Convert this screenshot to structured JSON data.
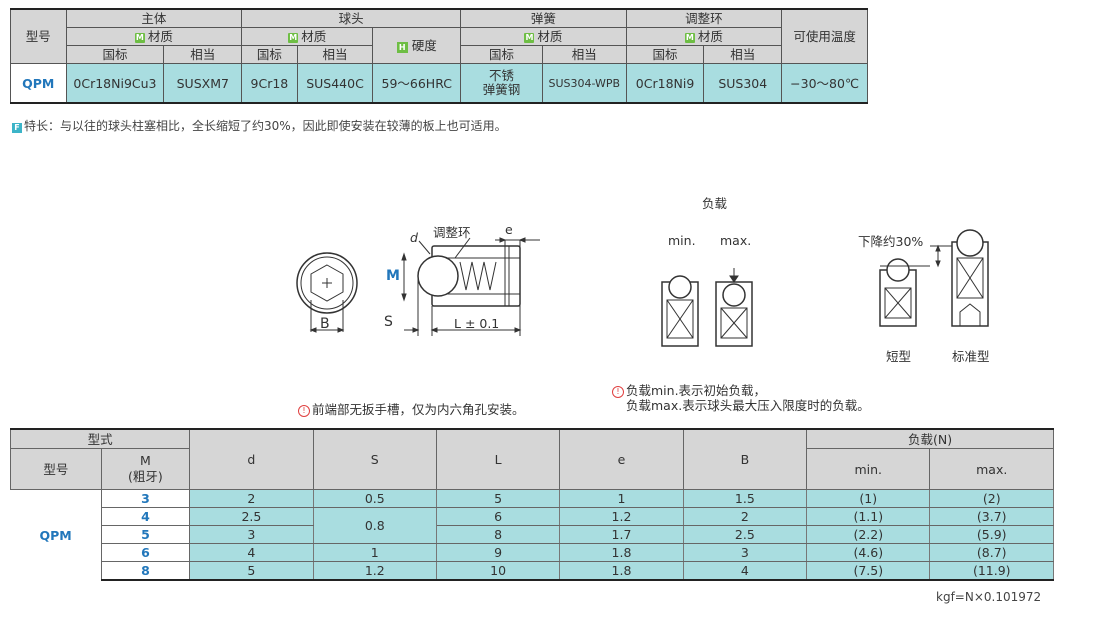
{
  "material_table": {
    "h_model": "型号",
    "h_body": "主体",
    "h_ball": "球头",
    "h_spring": "弹簧",
    "h_adjust": "调整环",
    "h_temp": "可使用温度",
    "h_material": "材质",
    "h_hardness": "硬度",
    "h_gb": "国标",
    "h_equiv": "相当",
    "badge_m": "M",
    "badge_h": "H",
    "row": {
      "model": "QPM",
      "body_gb": "0Cr18Ni9Cu3",
      "body_eq": "SUSXM7",
      "ball_gb": "9Cr18",
      "ball_eq": "SUS440C",
      "hardness": "59～66HRC",
      "spring_gb": "不锈\n弹簧钢",
      "spring_eq": "SUS304-WPB",
      "adj_gb": "0Cr18Ni9",
      "adj_eq": "SUS304",
      "temp": "−30～80℃"
    }
  },
  "feature": {
    "badge": "F",
    "text": "特长：与以往的球头柱塞相比，全长缩短了约30%，因此即使安装在较薄的板上也可适用。"
  },
  "diagram": {
    "adjust_ring": "调整环",
    "d": "d",
    "e": "e",
    "M": "M",
    "B": "B",
    "S": "S",
    "L": "L ± 0.1",
    "load": "负载",
    "min": "min.",
    "max": "max.",
    "drop": "下降约30%",
    "short": "短型",
    "standard": "标准型"
  },
  "notes": {
    "note1": "前端部无扳手槽，仅为内六角孔安装。",
    "note2a": "负载min.表示初始负载，",
    "note2b": "负载max.表示球头最大压入限度时的负载。"
  },
  "spec_table": {
    "h_type": "型式",
    "h_model": "型号",
    "h_M": "M",
    "h_M2": "(粗牙)",
    "h_d": "d",
    "h_S": "S",
    "h_L": "L",
    "h_e": "e",
    "h_B": "B",
    "h_load": "负载(N)",
    "h_min": "min.",
    "h_max": "max.",
    "model": "QPM",
    "rows": [
      {
        "M": "3",
        "d": "2",
        "S": "0.5",
        "L": "5",
        "e": "1",
        "B": "1.5",
        "min": "(1)",
        "max": "(2)"
      },
      {
        "M": "4",
        "d": "2.5",
        "S": "0.8",
        "L": "6",
        "e": "1.2",
        "B": "2",
        "min": "(1.1)",
        "max": "(3.7)"
      },
      {
        "M": "5",
        "d": "3",
        "S": "",
        "L": "8",
        "e": "1.7",
        "B": "2.5",
        "min": "(2.2)",
        "max": "(5.9)"
      },
      {
        "M": "6",
        "d": "4",
        "S": "1",
        "L": "9",
        "e": "1.8",
        "B": "3",
        "min": "(4.6)",
        "max": "(8.7)"
      },
      {
        "M": "8",
        "d": "5",
        "S": "1.2",
        "L": "10",
        "e": "1.8",
        "B": "4",
        "min": "(7.5)",
        "max": "(11.9)"
      }
    ]
  },
  "kgf": "kgf=N×0.101972"
}
